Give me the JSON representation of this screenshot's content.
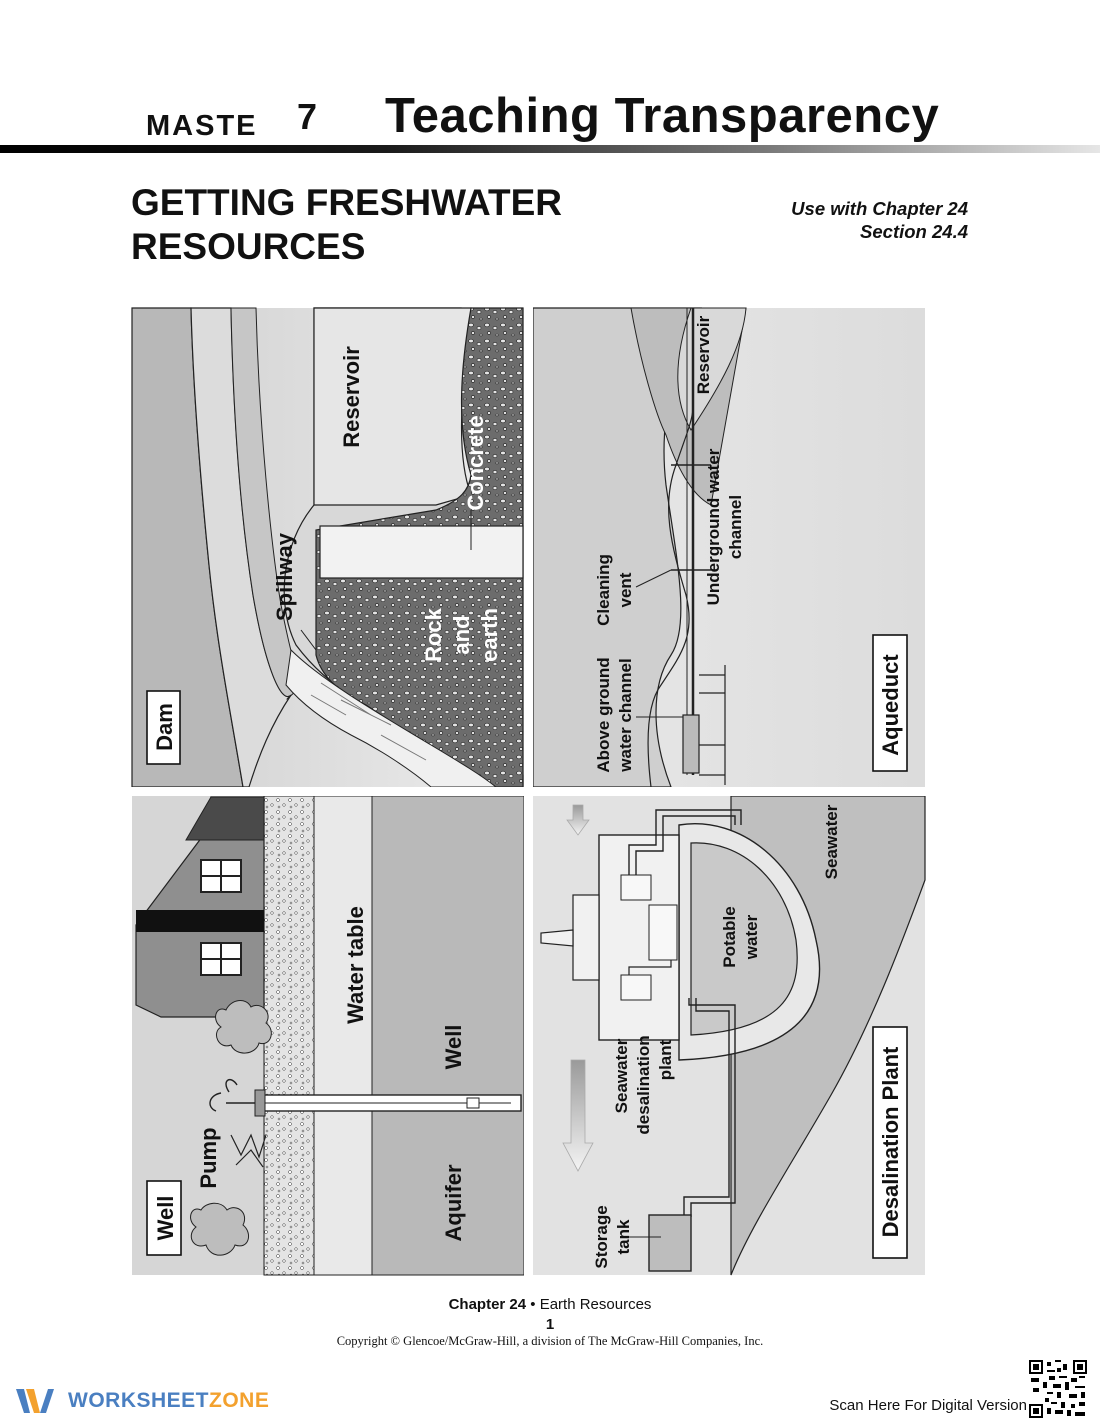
{
  "header": {
    "label": "MASTE",
    "number": "7",
    "title": "Teaching Transparency"
  },
  "document": {
    "title_line1": "GETTING FRESHWATER",
    "title_line2": "RESOURCES",
    "use_with_line1": "Use with Chapter 24",
    "use_with_line2": "Section 24.4"
  },
  "panels": {
    "dam": {
      "name": "Dam",
      "reservoir": "Reservoir",
      "concrete": "Concrete",
      "spillway": "Spillway",
      "rock_line1": "Rock",
      "rock_line2": "and",
      "rock_line3": "earth"
    },
    "aqueduct": {
      "name": "Aqueduct",
      "reservoir": "Reservoir",
      "underground_line1": "Underground water",
      "underground_line2": "channel",
      "cleaning_line1": "Cleaning",
      "cleaning_line2": "vent",
      "above_line1": "Above ground",
      "above_line2": "water channel"
    },
    "well": {
      "name": "Well",
      "water_table": "Water table",
      "well_label": "Well",
      "pump": "Pump",
      "aquifer": "Aquifer"
    },
    "desalination": {
      "name": "Desalination Plant",
      "seawater": "Seawater",
      "potable_line1": "Potable",
      "potable_line2": "water",
      "plant_line1": "Seawater",
      "plant_line2": "desalination",
      "plant_line3": "plant",
      "storage_line1": "Storage",
      "storage_line2": "tank"
    }
  },
  "footer": {
    "chapter": "Chapter 24",
    "bullet": " • ",
    "chapter_name": "Earth Resources",
    "page": "1",
    "copyright": "Copyright © Glencoe/McGraw-Hill, a division of The McGraw-Hill Companies, Inc."
  },
  "branding": {
    "brand_part1": "WORKSHEET",
    "brand_part2": "ZONE",
    "scan_text": "Scan Here For Digital Version"
  }
}
